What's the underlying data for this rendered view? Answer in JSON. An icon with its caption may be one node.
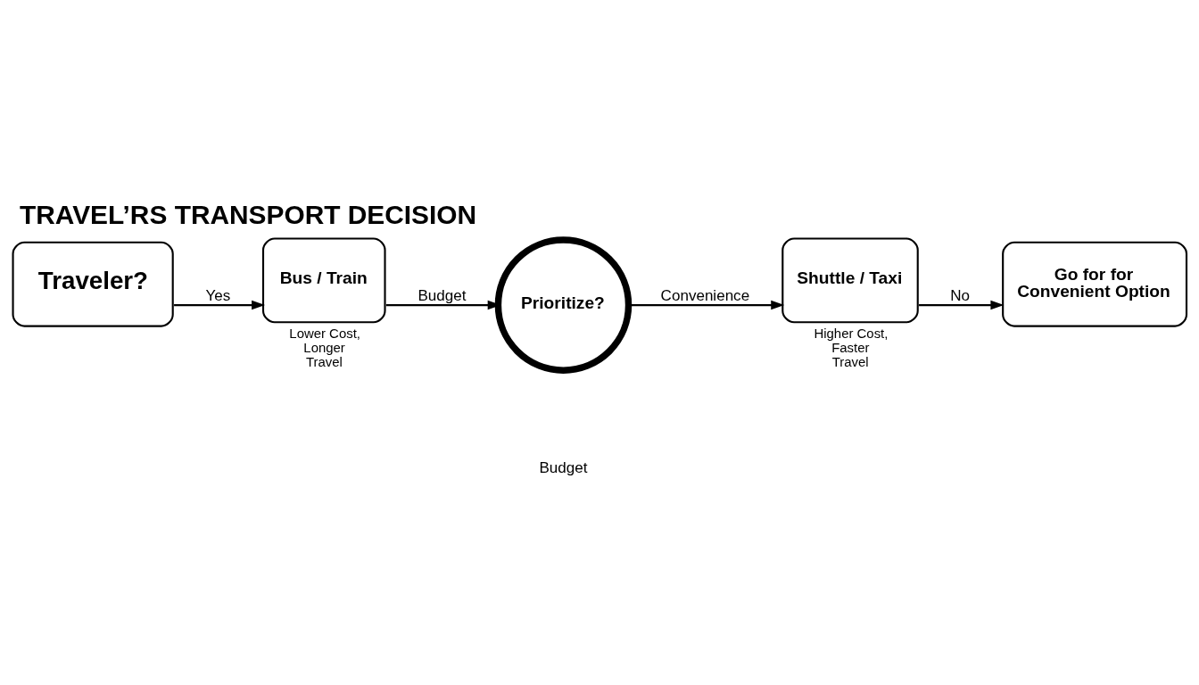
{
  "diagram": {
    "title": "TRAVEL’RS TRANSPORT DECISION",
    "nodes": [
      {
        "text": [
          "Traveler?"
        ]
      },
      {
        "text": [
          "Bus / Train"
        ],
        "beside": [
          "Lower Cost, Longer Travel"
        ]
      },
      {
        "text": [
          "Prioritize?"
        ]
      },
      {
        "text": [
          "Shuttle / Taxi"
        ],
        "beside": [
          "Higher Cost, Faster Travel"
        ]
      },
      {
        "text": [
          "Go for for Convenient Option"
        ]
      }
    ],
    "edges": [
      {
        "from": 0,
        "to": 1,
        "arrow": "to",
        "label": "Yes"
      },
      {
        "from": 1,
        "to": 2,
        "arrow": "to",
        "label": "Budget"
      },
      {
        "from": 2,
        "to": 3,
        "arrow": "to",
        "label": "Convenience"
      },
      {
        "from": 3,
        "to": 4,
        "arrow": "to",
        "label": "No"
      }
    ],
    "labels": [
      "Budget"
    ]
  }
}
